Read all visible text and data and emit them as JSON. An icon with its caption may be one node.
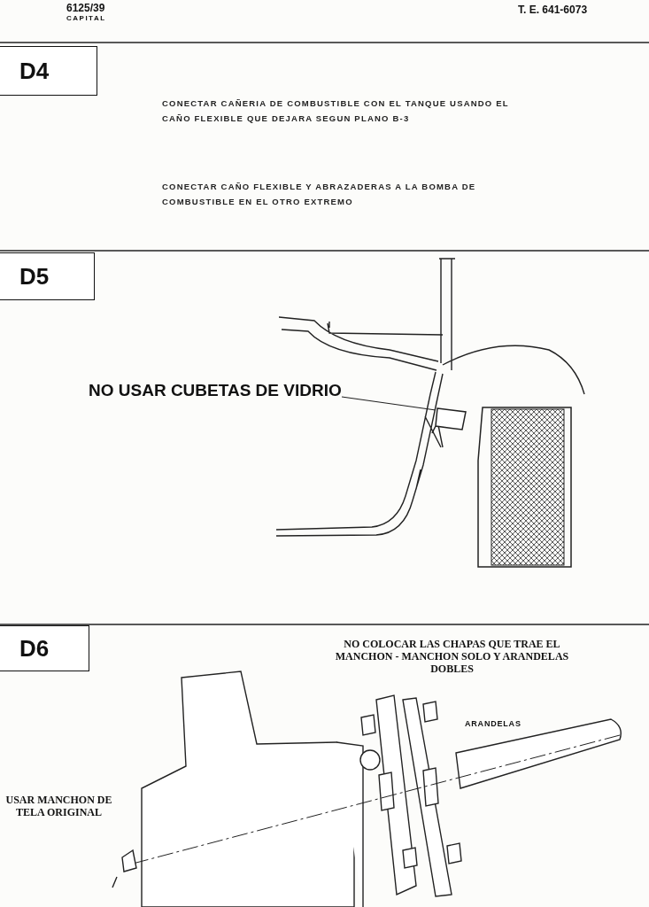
{
  "diagram": {
    "nodes": [
      {
        "text": [
          "D4"
        ]
      },
      {
        "text": [
          "D5"
        ]
      },
      {
        "text": [
          "NO USAR CUBETAS DE VIDRIO"
        ]
      },
      {
        "text": [],
        "shape": "cylinder"
      },
      {
        "text": [
          "D6"
        ]
      }
    ],
    "edges": [
      {
        "from": 2,
        "to": 3,
        "arrow": "none"
      }
    ],
    "labels": [
      "6125/39",
      "CAPITAL",
      "T. E. 641-6073",
      "CONECTAR CAÑERIA DE COMBUSTIBLE CON EL TANQUE USANDO EL CAÑO FLEXIBLE QUE DEJARA SEGUN PLANO B-3",
      "CONECTAR CAÑO FLEXIBLE Y ABRAZADERAS A LA BOMBA DE COMBUSTIBLE EN EL OTRO EXTREMO",
      "NO COLOCAR LAS CHAPAS QUE TRAE EL MANCHON - MANCHON SOLO Y ARANDELAS DOBLES",
      "ARANDELAS",
      "USAR MANCHON DE TELA ORIGINAL"
    ]
  }
}
